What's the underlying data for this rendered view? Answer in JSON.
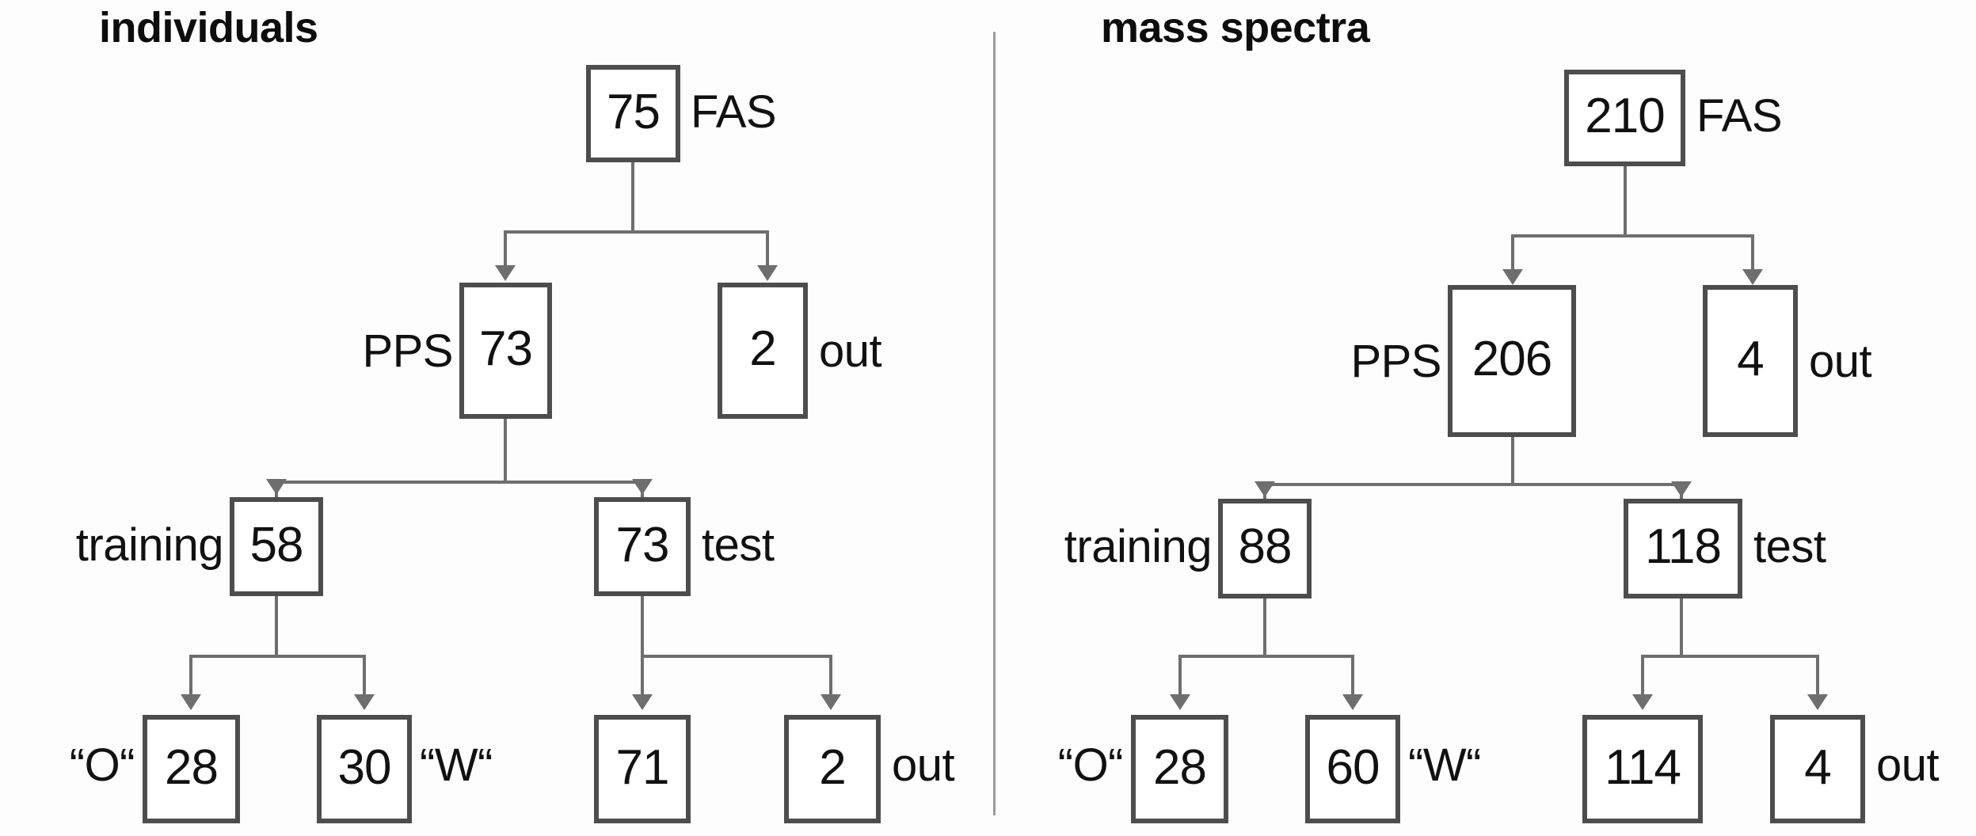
{
  "figure": {
    "type": "flow-diagram",
    "description": "Two parallel CONSORT-style participant/sample flow diagrams",
    "divider_color": "#9a9a9a",
    "box_border_color": "#4d4d4d",
    "connector_color": "#6e6e6e"
  },
  "panels": [
    {
      "id": "individuals",
      "title": "individuals",
      "nodes": {
        "fas": {
          "value": "75",
          "label": "FAS",
          "label_side": "right"
        },
        "pps": {
          "value": "73",
          "label": "PPS",
          "label_side": "left"
        },
        "out1": {
          "value": "2",
          "label": "out",
          "label_side": "right"
        },
        "training": {
          "value": "58",
          "label": "training",
          "label_side": "left"
        },
        "test": {
          "value": "73",
          "label": "test",
          "label_side": "right"
        },
        "train_o": {
          "value": "28",
          "label": "“O“",
          "label_side": "left"
        },
        "train_w": {
          "value": "30",
          "label": "“W“",
          "label_side": "right"
        },
        "test_in": {
          "value": "71",
          "label": "",
          "label_side": "none"
        },
        "test_out": {
          "value": "2",
          "label": "out",
          "label_side": "right"
        }
      }
    },
    {
      "id": "mass-spectra",
      "title": "mass spectra",
      "nodes": {
        "fas": {
          "value": "210",
          "label": "FAS",
          "label_side": "right"
        },
        "pps": {
          "value": "206",
          "label": "PPS",
          "label_side": "left"
        },
        "out1": {
          "value": "4",
          "label": "out",
          "label_side": "right"
        },
        "training": {
          "value": "88",
          "label": "training",
          "label_side": "left"
        },
        "test": {
          "value": "118",
          "label": "test",
          "label_side": "right"
        },
        "train_o": {
          "value": "28",
          "label": "“O“",
          "label_side": "left"
        },
        "train_w": {
          "value": "60",
          "label": "“W“",
          "label_side": "right"
        },
        "test_in": {
          "value": "114",
          "label": "",
          "label_side": "none"
        },
        "test_out": {
          "value": "4",
          "label": "out",
          "label_side": "right"
        }
      }
    }
  ],
  "chart_data": {
    "type": "flow-tree",
    "title": "Sample disposition: individuals and mass spectra",
    "panels": [
      {
        "name": "individuals",
        "levels": [
          {
            "level": 0,
            "nodes": [
              {
                "key": "FAS",
                "value": 75
              }
            ]
          },
          {
            "level": 1,
            "nodes": [
              {
                "key": "PPS",
                "value": 73
              },
              {
                "key": "out",
                "value": 2
              }
            ]
          },
          {
            "level": 2,
            "nodes": [
              {
                "key": "training",
                "value": 58
              },
              {
                "key": "test",
                "value": 73
              }
            ]
          },
          {
            "level": 3,
            "nodes": [
              {
                "key": "“O“",
                "value": 28,
                "parent": "training"
              },
              {
                "key": "“W“",
                "value": 30,
                "parent": "training"
              },
              {
                "key": "test-in",
                "value": 71,
                "parent": "test"
              },
              {
                "key": "out",
                "value": 2,
                "parent": "test"
              }
            ]
          }
        ]
      },
      {
        "name": "mass spectra",
        "levels": [
          {
            "level": 0,
            "nodes": [
              {
                "key": "FAS",
                "value": 210
              }
            ]
          },
          {
            "level": 1,
            "nodes": [
              {
                "key": "PPS",
                "value": 206
              },
              {
                "key": "out",
                "value": 4
              }
            ]
          },
          {
            "level": 2,
            "nodes": [
              {
                "key": "training",
                "value": 88
              },
              {
                "key": "test",
                "value": 118
              }
            ]
          },
          {
            "level": 3,
            "nodes": [
              {
                "key": "“O“",
                "value": 28,
                "parent": "training"
              },
              {
                "key": "“W“",
                "value": 60,
                "parent": "training"
              },
              {
                "key": "test-in",
                "value": 114,
                "parent": "test"
              },
              {
                "key": "out",
                "value": 4,
                "parent": "test"
              }
            ]
          }
        ]
      }
    ]
  }
}
